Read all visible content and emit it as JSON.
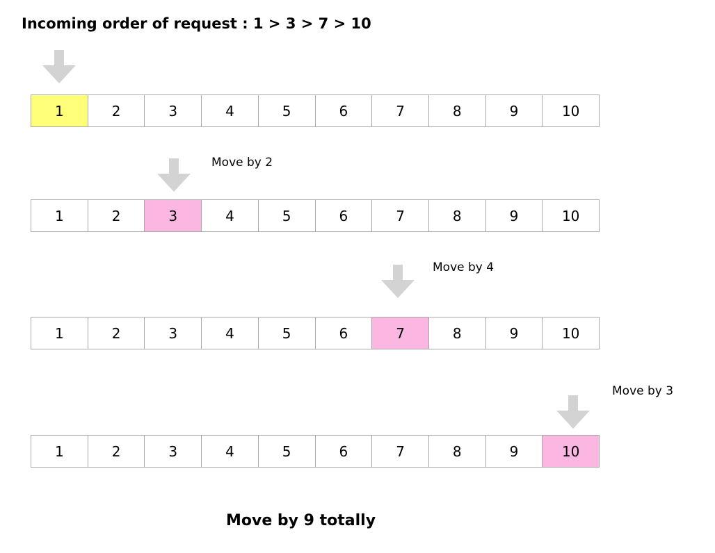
{
  "title": "Incoming order of request : 1 > 3 > 7 > 10",
  "footer": "Move by 9 totally",
  "colors": {
    "arrow": "#d3d3d3",
    "start": "#ffff7a",
    "active": "#fcb6e2",
    "border": "#a9a9a9"
  },
  "cells": [
    "1",
    "2",
    "3",
    "4",
    "5",
    "6",
    "7",
    "8",
    "9",
    "10"
  ],
  "steps": [
    {
      "highlight": "1",
      "color": "start",
      "move_label": ""
    },
    {
      "highlight": "3",
      "color": "active",
      "move_label": "Move by 2"
    },
    {
      "highlight": "7",
      "color": "active",
      "move_label": "Move by 4"
    },
    {
      "highlight": "10",
      "color": "active",
      "move_label": "Move by 3"
    }
  ]
}
